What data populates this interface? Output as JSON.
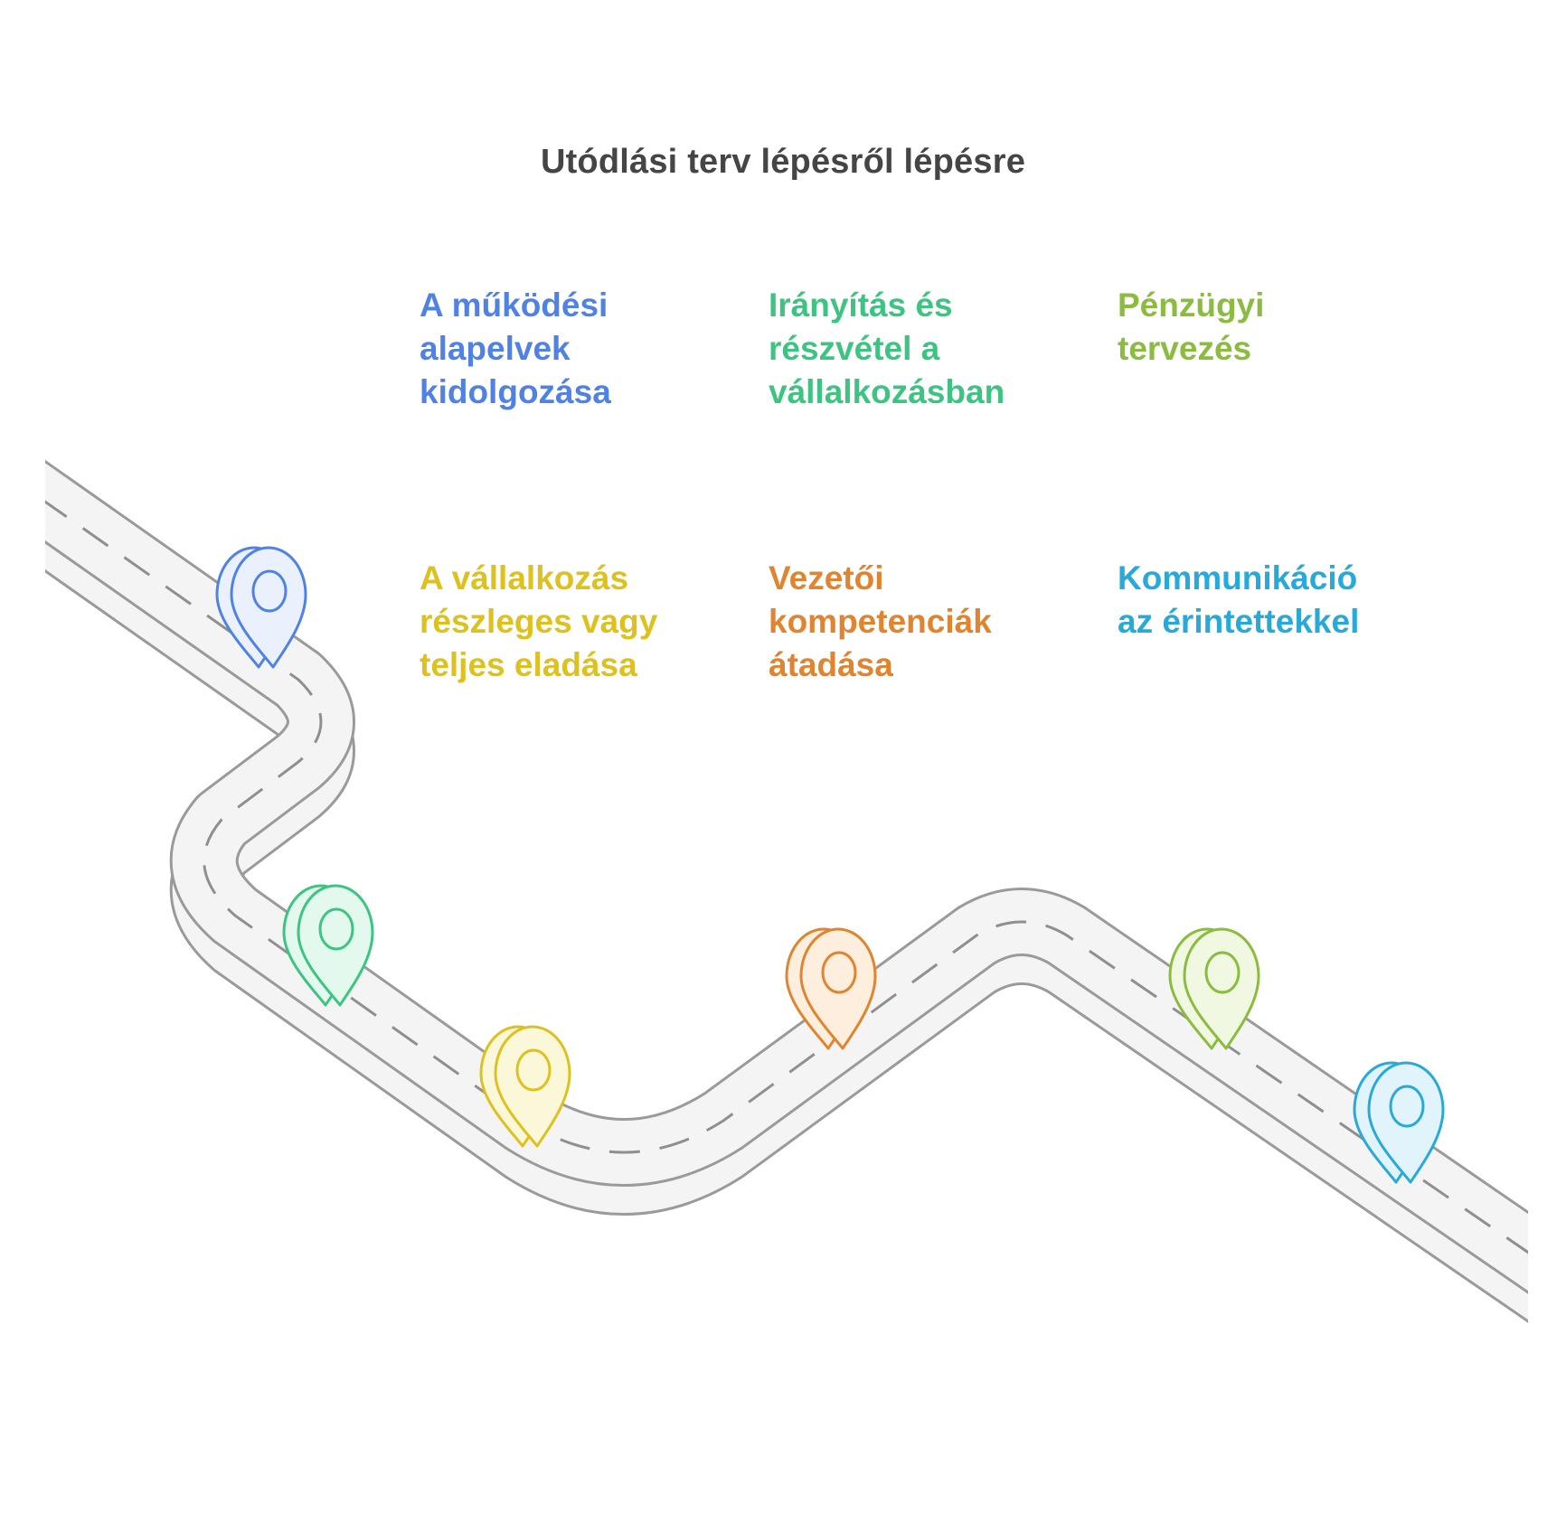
{
  "title": "Utódlási terv lépésről lépésre",
  "steps": [
    {
      "label": "A működési\nalapelvek\nkidolgozása",
      "color": "#5082e3",
      "fill": "#eaf1fd"
    },
    {
      "label": "Irányítás és\nrészvétel a\nvállalkozásban",
      "color": "#3dc482",
      "fill": "#e3f9ee"
    },
    {
      "label": "Pénzügyi\ntervezés",
      "color": "#8bbb3f",
      "fill": "#f0f8e2"
    },
    {
      "label": "A vállalkozás\nrészleges vagy\nteljes eladása",
      "color": "#ddc21f",
      "fill": "#fbf7d9"
    },
    {
      "label": "Vezetői\nkompetenciák\nátadása",
      "color": "#e0842f",
      "fill": "#fdeede"
    },
    {
      "label": "Kommunikáció\naz érintettekkel",
      "color": "#28a9d8",
      "fill": "#e2f4fb"
    }
  ],
  "road_color": "#9a9a9a",
  "road_fill": "#f4f4f4"
}
